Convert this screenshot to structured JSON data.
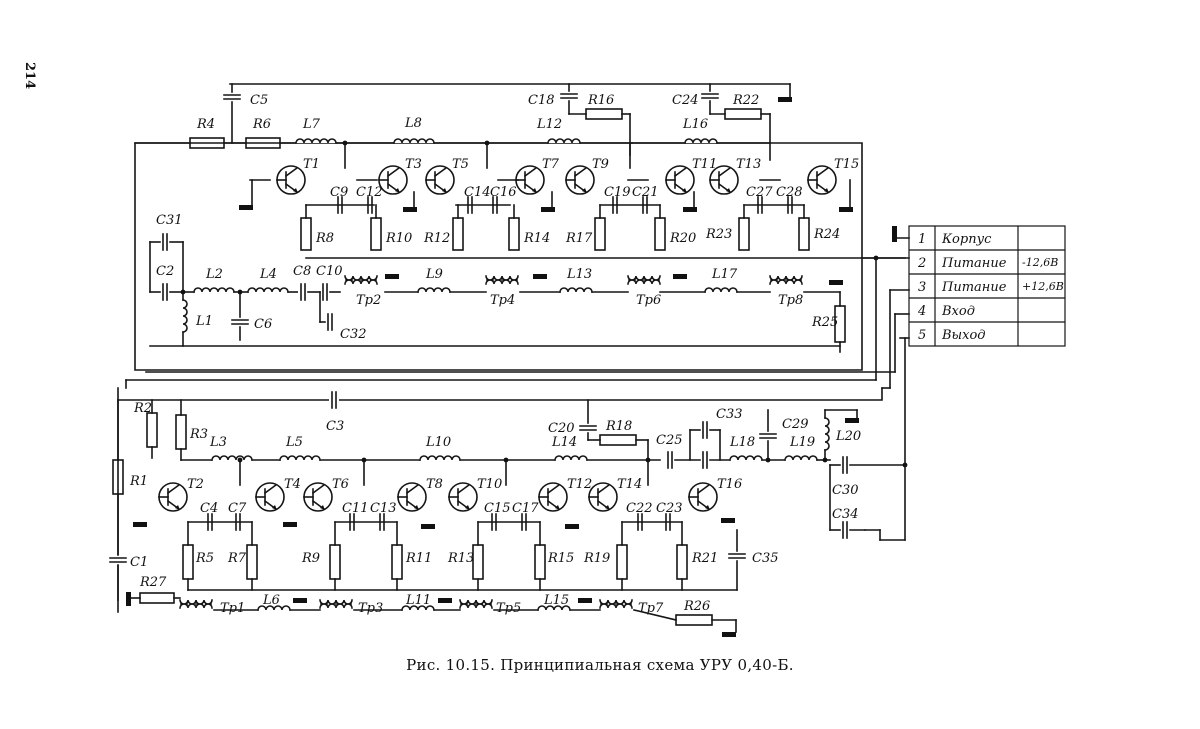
{
  "page_number": "214",
  "caption": "Рис. 10.15. Принципиальная схема УРУ 0,40-Б.",
  "connector_table": [
    {
      "num": "1",
      "name": "Корпус",
      "value": ""
    },
    {
      "num": "2",
      "name": "Питание",
      "value": "-12,6В"
    },
    {
      "num": "3",
      "name": "Питание",
      "value": "+12,6В"
    },
    {
      "num": "4",
      "name": "Вход",
      "value": ""
    },
    {
      "num": "5",
      "name": "Выход",
      "value": ""
    }
  ],
  "upper_board": {
    "transistors": [
      "T1",
      "T3",
      "T5",
      "T7",
      "T9",
      "T11",
      "T13",
      "T15"
    ],
    "top_components": [
      "C5",
      "R4",
      "R6",
      "L7",
      "L8",
      "C18",
      "R16",
      "L12",
      "C24",
      "R22",
      "L16"
    ],
    "row_components": [
      "C9",
      "C12",
      "C14",
      "C16",
      "C19",
      "C21",
      "C27",
      "C28",
      "R8",
      "R10",
      "R12",
      "R14",
      "R17",
      "R20",
      "R23",
      "R24"
    ],
    "input_components": [
      "C31",
      "C2",
      "L2",
      "L4",
      "C8",
      "C10",
      "L1",
      "C6",
      "C32",
      "L9",
      "L13",
      "L17",
      "R25"
    ],
    "transformers": [
      "Tp2",
      "Tp4",
      "Tp6",
      "Tp8"
    ]
  },
  "lower_board": {
    "transistors": [
      "T2",
      "T4",
      "T6",
      "T8",
      "T10",
      "T12",
      "T14",
      "T16"
    ],
    "top_components": [
      "R2",
      "R3",
      "C3",
      "L3",
      "L5",
      "L10",
      "C20",
      "R18",
      "L14",
      "C25",
      "C33",
      "L18",
      "C29",
      "L19",
      "L20",
      "C30",
      "C34"
    ],
    "row_components": [
      "C4",
      "C7",
      "C11",
      "C13",
      "C15",
      "C17",
      "C22",
      "C23",
      "R5",
      "R7",
      "R9",
      "R11",
      "R13",
      "R15",
      "R19",
      "R21",
      "C35"
    ],
    "left_components": [
      "R1",
      "C1",
      "R27"
    ],
    "bottom_components": [
      "L6",
      "L11",
      "L15",
      "R26"
    ],
    "transformers": [
      "Tp1",
      "Tp3",
      "Tp5",
      "Tp7"
    ]
  }
}
